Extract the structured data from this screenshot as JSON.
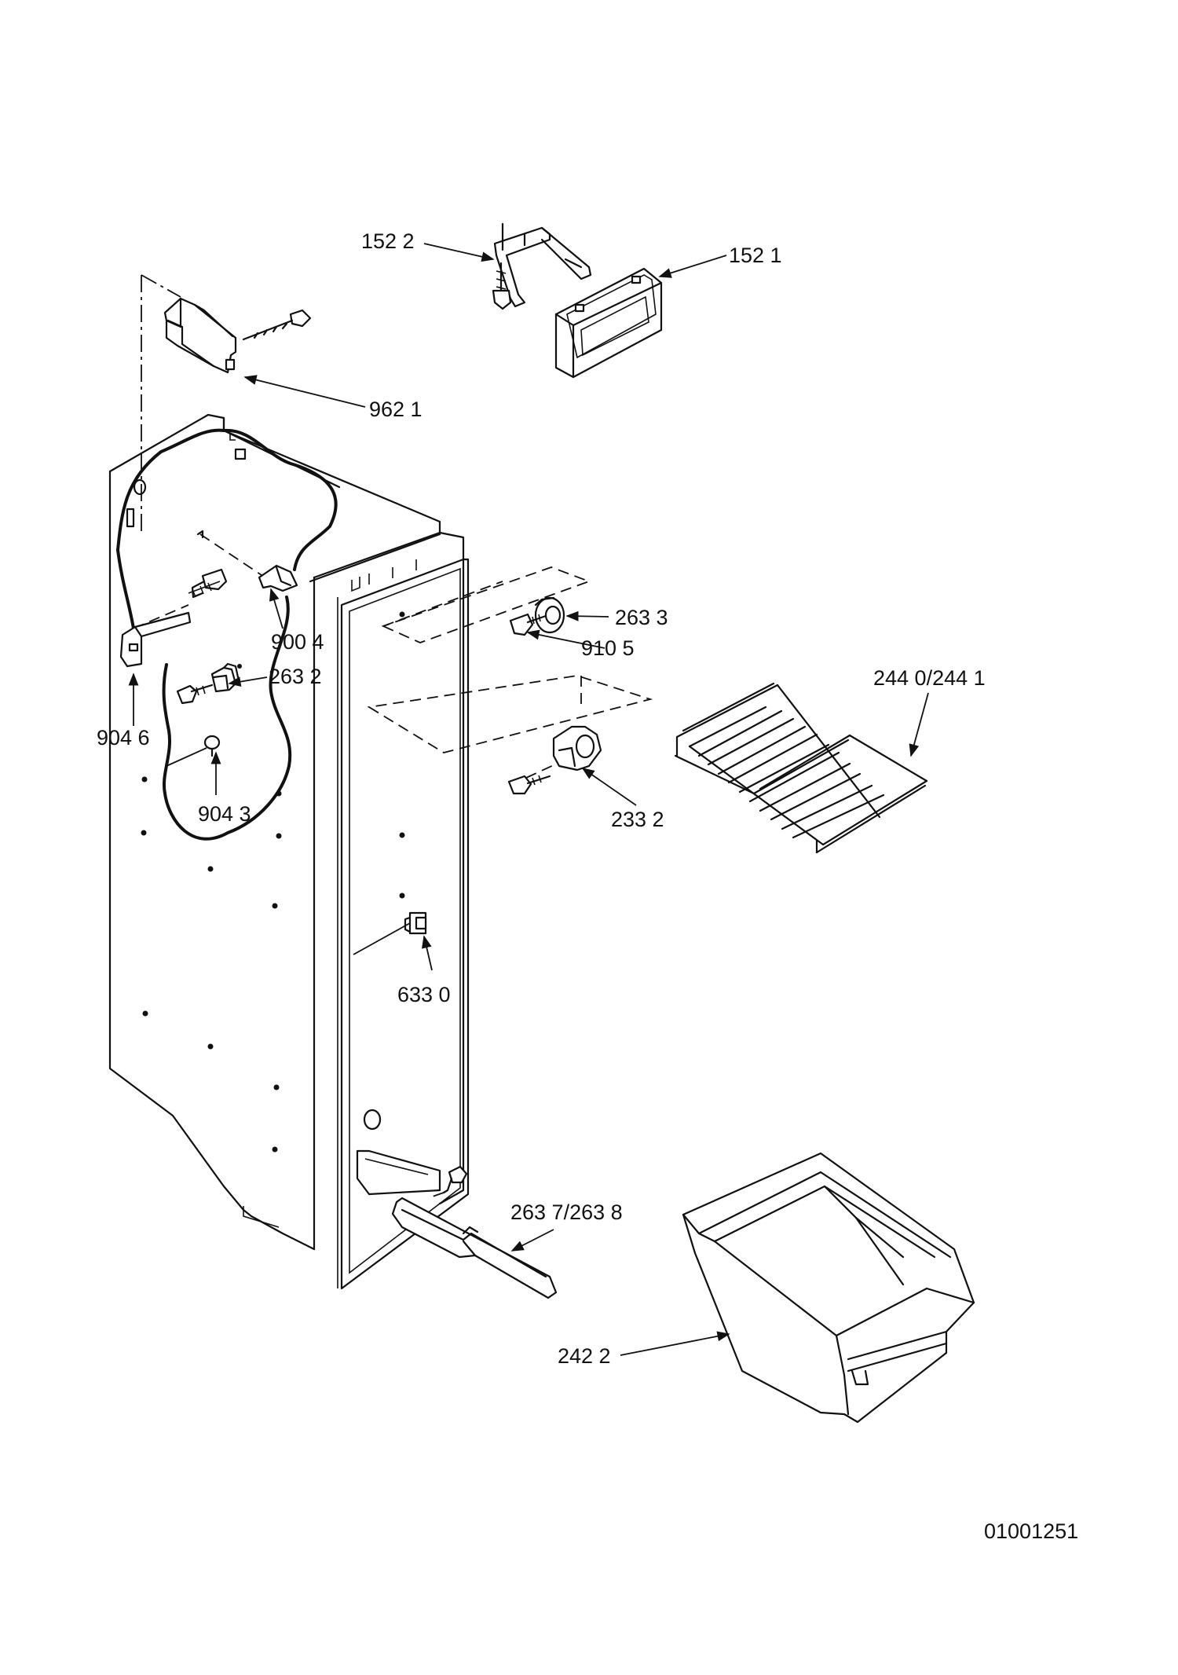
{
  "diagram": {
    "callouts": {
      "c1522": "152 2",
      "c1521": "152 1",
      "c9621": "962 1",
      "c9004": "900 4",
      "c2632": "263 2",
      "c9046": "904 6",
      "c9043": "904 3",
      "c2633": "263 3",
      "c9105": "910 5",
      "c2440": "244 0/244 1",
      "c2332": "233 2",
      "c6330": "633 0",
      "c2637": "263 7/263 8",
      "c2422": "242 2"
    },
    "figure_number": "01001251"
  }
}
